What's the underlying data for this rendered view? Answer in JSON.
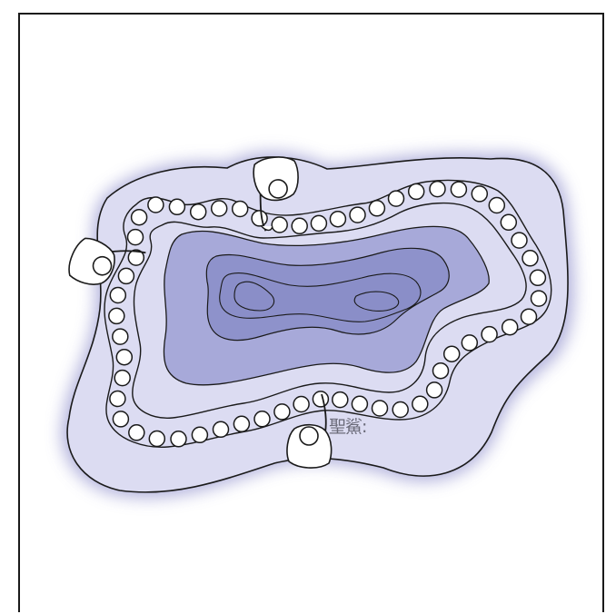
{
  "figure": {
    "palette": {
      "outer_region": "#dcdcf2",
      "outer_halo": "#9a9ad0",
      "inner_region": "#a7a9d9",
      "inner_core": "#8e92cb",
      "outline": "#1a1a1a",
      "counter_fill": "#ffffff",
      "figure_fill": "#ffffff"
    },
    "track_counters": 56,
    "players": [
      "player-top",
      "player-left",
      "player-bottom"
    ],
    "watermark_text": "聖鯊:"
  }
}
